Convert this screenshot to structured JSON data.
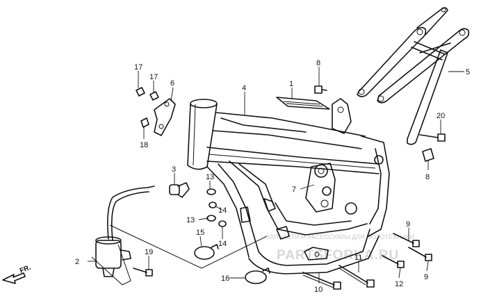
{
  "callouts": [
    {
      "id": "p1",
      "text": "1"
    },
    {
      "id": "p2",
      "text": "2"
    },
    {
      "id": "p3",
      "text": "3"
    },
    {
      "id": "p4",
      "text": "4"
    },
    {
      "id": "p5",
      "text": "5"
    },
    {
      "id": "p6",
      "text": "6"
    },
    {
      "id": "p7",
      "text": "7"
    },
    {
      "id": "p8a",
      "text": "8"
    },
    {
      "id": "p8b",
      "text": "8"
    },
    {
      "id": "p9a",
      "text": "9"
    },
    {
      "id": "p9b",
      "text": "9"
    },
    {
      "id": "p10",
      "text": "10"
    },
    {
      "id": "p11",
      "text": "11"
    },
    {
      "id": "p12",
      "text": "12"
    },
    {
      "id": "p13a",
      "text": "13"
    },
    {
      "id": "p13b",
      "text": "13"
    },
    {
      "id": "p14a",
      "text": "14"
    },
    {
      "id": "p14b",
      "text": "14"
    },
    {
      "id": "p15",
      "text": "15"
    },
    {
      "id": "p16",
      "text": "16"
    },
    {
      "id": "p17a",
      "text": "17"
    },
    {
      "id": "p17b",
      "text": "17"
    },
    {
      "id": "p18",
      "text": "18"
    },
    {
      "id": "p19",
      "text": "19"
    },
    {
      "id": "p20",
      "text": "20"
    }
  ],
  "direction_label": "FR.",
  "watermark": {
    "line1": "ЗАПЧАСТИ И АКСЕССУАРЫ ДЛЯ МОТОТЕХНИКИ",
    "line2": "PARTSFORKA.RU"
  }
}
